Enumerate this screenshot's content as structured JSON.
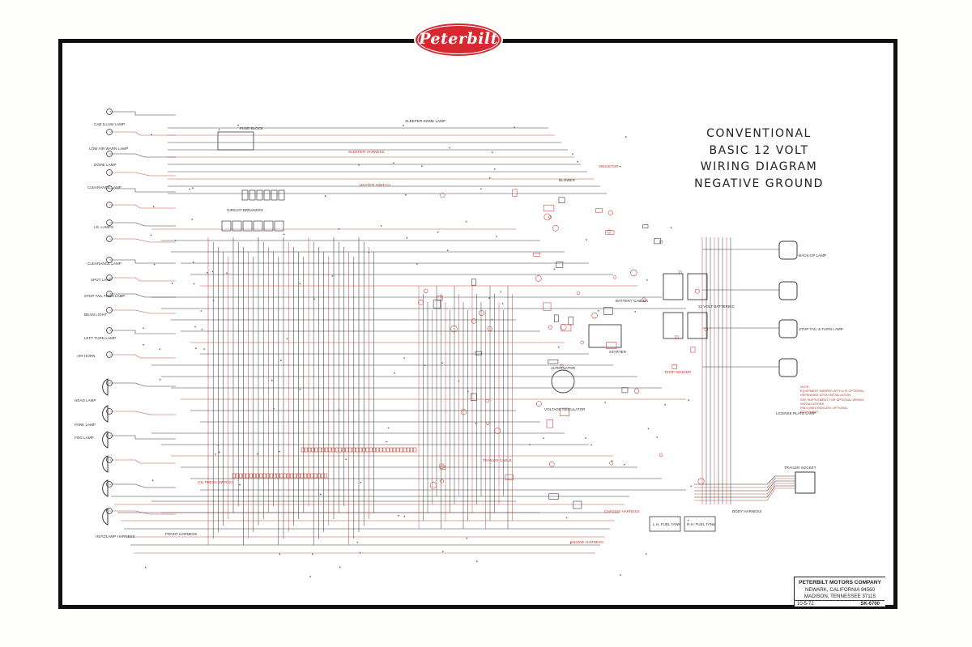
{
  "logo": {
    "text": "Peterbilt",
    "color": "#d7282f"
  },
  "title": {
    "lines": [
      "CONVENTIONAL",
      "BASIC 12 VOLT",
      "WIRING DIAGRAM",
      "NEGATIVE GROUND"
    ]
  },
  "company": {
    "name": "PETERBILT MOTORS COMPANY",
    "address1": "NEWARK, CALIFORNIA 94560",
    "address2": "MADISON, TENNESSEE 37115"
  },
  "drawing": {
    "date": "10-5-72",
    "number": "SK-6700"
  },
  "labels": [
    {
      "key": "l1",
      "text": "CAB ILLUM LAMP",
      "color": "dark"
    },
    {
      "key": "l2",
      "text": "LOW AIR WARN LAMP",
      "color": "dark"
    },
    {
      "key": "l3",
      "text": "DOME LAMP",
      "color": "dark"
    },
    {
      "key": "l4",
      "text": "CLEARANCE LAMP",
      "color": "dark"
    },
    {
      "key": "l5",
      "text": "I.D. LAMPS",
      "color": "dark"
    },
    {
      "key": "l6",
      "text": "CLEARANCE LAMP",
      "color": "dark"
    },
    {
      "key": "l7",
      "text": "SPOT LAMP",
      "color": "dark"
    },
    {
      "key": "l8",
      "text": "STOP TAIL TURN LAMP",
      "color": "dark"
    },
    {
      "key": "l9",
      "text": "BEAM LIGHT",
      "color": "dark"
    },
    {
      "key": "l10",
      "text": "LEFT TURN LAMP",
      "color": "dark"
    },
    {
      "key": "l11",
      "text": "AIR HORN",
      "color": "dark"
    },
    {
      "key": "l12",
      "text": "HEAD LAMP",
      "color": "dark"
    },
    {
      "key": "l13",
      "text": "PARK LAMP",
      "color": "dark"
    },
    {
      "key": "l14",
      "text": "FOG LAMP",
      "color": "dark"
    },
    {
      "key": "l15",
      "text": "BACK-UP LAMP",
      "color": "dark"
    },
    {
      "key": "l16",
      "text": "STOP TAIL & TURN LAMP",
      "color": "dark"
    },
    {
      "key": "l17",
      "text": "LICENSE PLATE LAMP",
      "color": "dark"
    },
    {
      "key": "l18",
      "text": "TRAILER SOCKET",
      "color": "dark"
    },
    {
      "key": "l19",
      "text": "BODY HARNESS",
      "color": "dark"
    },
    {
      "key": "l20",
      "text": "CIRCUIT BREAKERS",
      "color": "dark"
    },
    {
      "key": "l21",
      "text": "FUSE BLOCK",
      "color": "dark"
    },
    {
      "key": "l22",
      "text": "SLEEPER HARNESS",
      "color": "red"
    },
    {
      "key": "l23",
      "text": "SLEEPER DOME LAMP",
      "color": "dark"
    },
    {
      "key": "l24",
      "text": "BLOWER",
      "color": "dark"
    },
    {
      "key": "l25",
      "text": "RESISTOR",
      "color": "red"
    },
    {
      "key": "l26",
      "text": "HEATER SWITCH",
      "color": "red"
    },
    {
      "key": "l27",
      "text": "BATTERY CABLES",
      "color": "dark"
    },
    {
      "key": "l28",
      "text": "12 VOLT BATTERIES",
      "color": "dark"
    },
    {
      "key": "l29",
      "text": "STARTER",
      "color": "dark"
    },
    {
      "key": "l30",
      "text": "ALTERNATOR",
      "color": "dark"
    },
    {
      "key": "l31",
      "text": "VOLTAGE REGULATOR",
      "color": "dark"
    },
    {
      "key": "l32",
      "text": "ENGINE HARNESS",
      "color": "red"
    },
    {
      "key": "l33",
      "text": "TRAILER CABLE",
      "color": "red"
    },
    {
      "key": "l34",
      "text": "L.H. FUEL TANK",
      "color": "dark"
    },
    {
      "key": "l35",
      "text": "R.H. FUEL TANK",
      "color": "dark"
    },
    {
      "key": "l36",
      "text": "CHASSIS HARNESS",
      "color": "red"
    },
    {
      "key": "l37",
      "text": "TEMP SENDER",
      "color": "red"
    },
    {
      "key": "l38",
      "text": "OIL PRESS SWITCH",
      "color": "red"
    },
    {
      "key": "l39",
      "text": "HEADLAMP HARNESS",
      "color": "dark"
    },
    {
      "key": "l40",
      "text": "FRONT HARNESS",
      "color": "dark"
    }
  ],
  "notes": [
    "NOTE:",
    "EQUIPMENT MARKED WITH # IS OPTIONAL; DEPENDING UPON INSTALLATION.",
    "SEE SUPPLEMENT FOR OPTIONAL WIRING INSTALLATIONS.",
    "RED LINES INDICATE OPTIONAL EQUIPMENT."
  ]
}
